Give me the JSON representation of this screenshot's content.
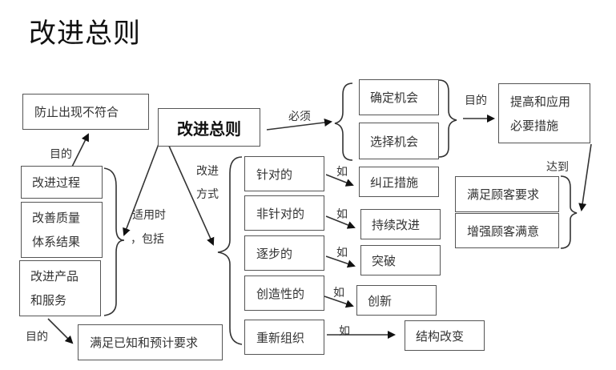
{
  "title": "改进总则",
  "center_node": "改进总则",
  "left": {
    "purpose_top_label": "目的",
    "purpose_top": "防止出现不符合",
    "apply_label_line1": "适用时",
    "apply_label_line2": "，包括",
    "items": [
      {
        "line1": "改进过程",
        "line2": ""
      },
      {
        "line1": "改善质量",
        "line2": "体系结果"
      },
      {
        "line1": "改进产品",
        "line2": "和服务"
      }
    ],
    "purpose_bottom_label": "目的",
    "purpose_bottom": "满足已知和预计要求"
  },
  "top": {
    "must_label": "必须",
    "options": [
      "确定机会",
      "选择机会"
    ],
    "purpose_label": "目的",
    "result_line1": "提高和应用",
    "result_line2": "必要措施",
    "reach_label": "达到",
    "goals": [
      "满足顾客要求",
      "增强顾客满意"
    ]
  },
  "methods": {
    "label_line1": "改进",
    "label_line2": "方式",
    "example_label": "如",
    "rows": [
      {
        "method": "针对的",
        "example": "纠正措施"
      },
      {
        "method": "非针对的",
        "example": "持续改进"
      },
      {
        "method": "逐步的",
        "example": "突破"
      },
      {
        "method": "创造性的",
        "example": "创新"
      },
      {
        "method": "重新组织",
        "example": "结构改变"
      }
    ]
  }
}
